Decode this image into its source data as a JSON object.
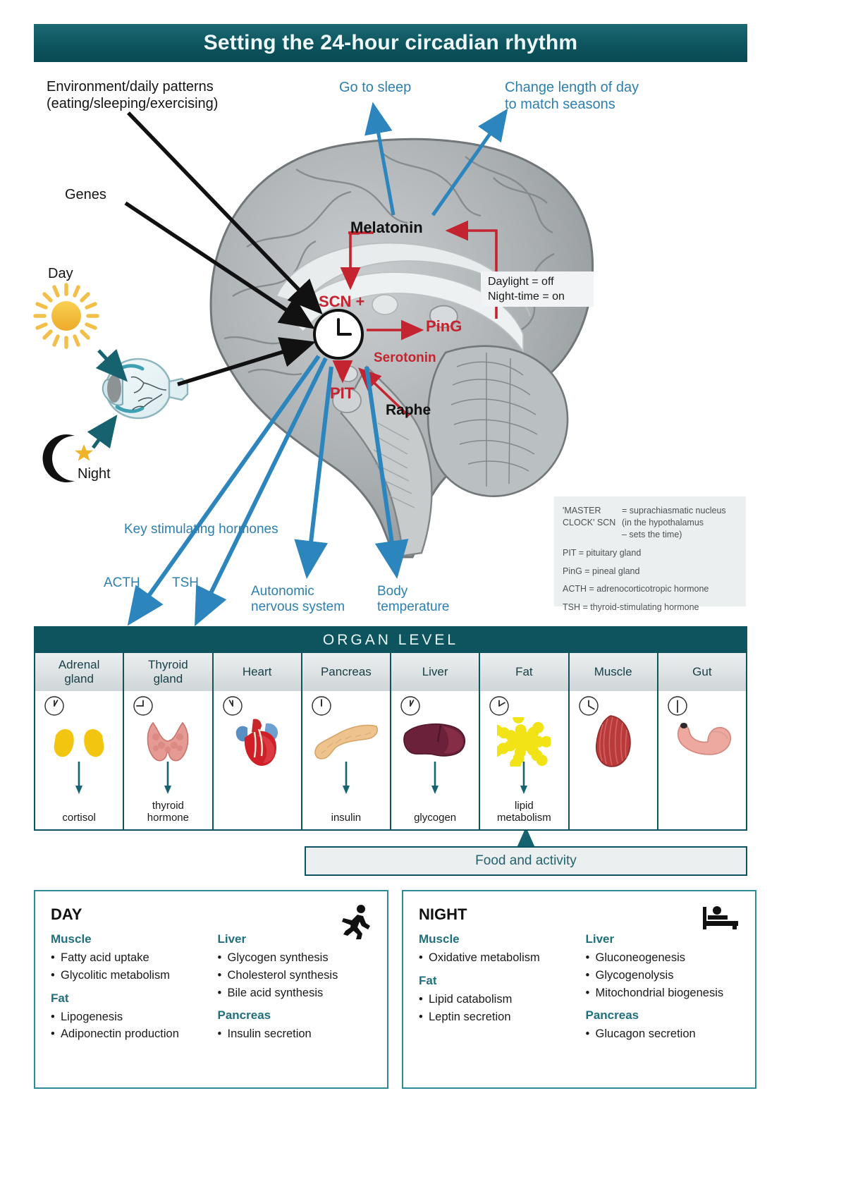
{
  "title": "Setting the 24-hour circadian rhythm",
  "inputs": {
    "environment": "Environment/daily patterns\n(eating/sleeping/exercising)",
    "genes": "Genes",
    "day": "Day",
    "night": "Night"
  },
  "outputs": {
    "go_to_sleep": "Go to sleep",
    "change_length": "Change length of day\nto match seasons"
  },
  "brain": {
    "melatonin": "Melatonin",
    "scn": "SCN +",
    "ping": "PinG",
    "serotonin": "Serotonin",
    "pit": "PIT",
    "raphe": "Raphe",
    "daylight_line1": "Daylight = off",
    "daylight_line2": "Night-time = on",
    "clock_icon": "clock-face-icon"
  },
  "hormone_arrows": {
    "key_stimulating": "Key stimulating hormones",
    "acth": "ACTH",
    "tsh": "TSH",
    "autonomic": "Autonomic\nnervous system",
    "body_temperature": "Body\ntemperature"
  },
  "abbreviations": {
    "master_key": "'MASTER\nCLOCK' SCN",
    "master_value": "= suprachiasmatic nucleus\n   (in the hypothalamus\n    – sets the time)",
    "rows": [
      "PIT = pituitary gland",
      "PinG = pineal gland",
      "ACTH = adrenocorticotropic hormone",
      "TSH = thyroid-stimulating hormone"
    ]
  },
  "organ_table": {
    "header": "ORGAN LEVEL",
    "columns": [
      {
        "name": "Adrenal\ngland",
        "art": "adrenal-gland-art",
        "output": "cortisol",
        "clock_hour": 1,
        "has_arrow": true
      },
      {
        "name": "Thyroid\ngland",
        "art": "thyroid-gland-art",
        "output": "thyroid\nhormone",
        "clock_hour": 9,
        "has_arrow": true
      },
      {
        "name": "Heart",
        "art": "heart-art",
        "output": "",
        "clock_hour": 11,
        "has_arrow": false
      },
      {
        "name": "Pancreas",
        "art": "pancreas-art",
        "output": "insulin",
        "clock_hour": 12,
        "has_arrow": true
      },
      {
        "name": "Liver",
        "art": "liver-art",
        "output": "glycogen",
        "clock_hour": 1,
        "has_arrow": true
      },
      {
        "name": "Fat",
        "art": "fat-art",
        "output": "lipid\nmetabolism",
        "clock_hour": 2,
        "has_arrow": true
      },
      {
        "name": "Muscle",
        "art": "muscle-art",
        "output": "",
        "clock_hour": 4,
        "has_arrow": false
      },
      {
        "name": "Gut",
        "art": "gut-art",
        "output": "",
        "clock_hour": 6,
        "has_arrow": false
      }
    ]
  },
  "food_bar": {
    "label": "Food and activity"
  },
  "day_panel": {
    "title": "DAY",
    "icon": "running-person-icon",
    "left_groups": [
      {
        "heading": "Muscle",
        "items": [
          "Fatty acid uptake",
          "Glycolitic metabolism"
        ]
      },
      {
        "heading": "Fat",
        "items": [
          "Lipogenesis",
          "Adiponectin production"
        ]
      }
    ],
    "right_groups": [
      {
        "heading": "Liver",
        "items": [
          "Glycogen synthesis",
          "Cholesterol synthesis",
          "Bile acid synthesis"
        ]
      },
      {
        "heading": "Pancreas",
        "items": [
          "Insulin secretion"
        ]
      }
    ]
  },
  "night_panel": {
    "title": "NIGHT",
    "icon": "bed-person-icon",
    "left_groups": [
      {
        "heading": "Muscle",
        "items": [
          "Oxidative metabolism"
        ]
      },
      {
        "heading": "Fat",
        "items": [
          "Lipid catabolism",
          "Leptin secretion"
        ]
      }
    ],
    "right_groups": [
      {
        "heading": "Liver",
        "items": [
          "Gluconeogenesis",
          "Glycogenolysis",
          "Mitochondrial biogenesis"
        ]
      },
      {
        "heading": "Pancreas",
        "items": [
          "Glucagon secretion"
        ]
      }
    ]
  },
  "colors": {
    "teal_dark": "#0d545e",
    "teal_mid": "#2e8a96",
    "blue_arrow": "#2d85bd",
    "red": "#c4242f",
    "black_arrow": "#111111",
    "panel_grey": "#eceff0"
  }
}
